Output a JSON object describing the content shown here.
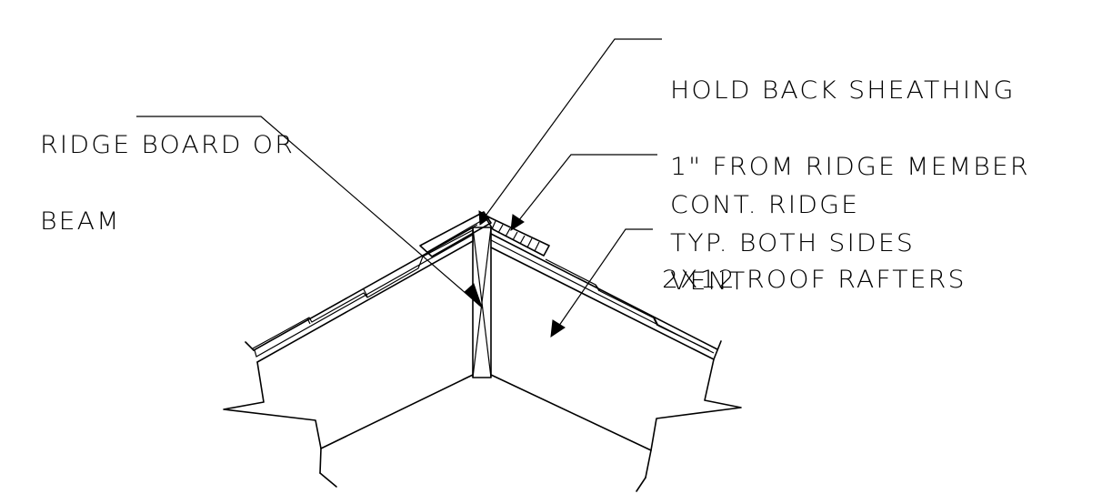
{
  "callouts": {
    "sheathing": {
      "lines": [
        "HOLD BACK SHEATHING",
        "1\" FROM RIDGE MEMBER",
        "TYP. BOTH SIDES"
      ]
    },
    "ridge_board": {
      "lines": [
        "RIDGE BOARD OR",
        "BEAM"
      ]
    },
    "ridge_vent": {
      "lines": [
        "CONT. RIDGE",
        "VENT"
      ]
    },
    "rafters": {
      "lines": [
        "2X12 ROOF RAFTERS"
      ]
    }
  },
  "colors": {
    "ink": "#000000",
    "paper": "#ffffff"
  }
}
